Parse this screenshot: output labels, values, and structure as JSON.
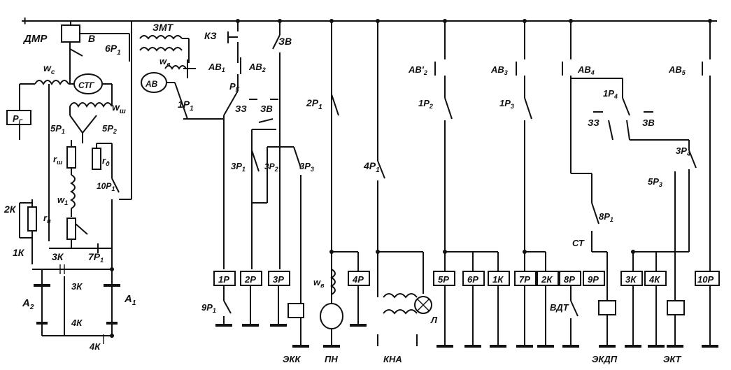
{
  "labels": {
    "plus": "+",
    "dmr": "ДМР",
    "v": "В",
    "p6": "6Р",
    "p6_sub": "1",
    "zmt": "ЗМТ",
    "ks": "КЗ",
    "zv": "ЗВ",
    "wc": "w",
    "wc_sub": "с",
    "stg": "СТГ",
    "wsh": "w",
    "wsh_sub": "ш",
    "wv": "w",
    "wv_sub": "в",
    "av": "АВ",
    "av1": "АВ",
    "av1_sub": "1",
    "av2": "АВ",
    "av2_sub": "2",
    "rg_left": "Р",
    "rg_left_sub": "Г",
    "rg_mid": "Р",
    "rg_mid_sub": "Г",
    "p1_1": "1Р",
    "p1_1_sub": "1",
    "zz": "ЗЗ",
    "zv_mid": "ЗВ",
    "p5": "5Р",
    "p5_sub": "1",
    "p5_2": "5Р",
    "p5_2_sub": "2",
    "rsh": "r",
    "rsh_sub": "ш",
    "rd": "r",
    "rd_sub": "д",
    "p10": "10Р",
    "p10_sub": "1",
    "w1": "w",
    "w1_sub": "1",
    "k2": "2К",
    "rp": "r",
    "rp_sub": "п",
    "k1": "1К",
    "k3": "3К",
    "p7": "7Р",
    "p7_sub": "1",
    "k3b": "3К",
    "k4": "4К",
    "k4b": "4К",
    "a2": "А",
    "a2_sub": "2",
    "a1": "А",
    "a1_sub": "1",
    "p3_1": "3Р",
    "p3_1_sub": "1",
    "p3_2": "3Р",
    "p3_2_sub": "2",
    "p3_3": "3Р",
    "p3_3_sub": "3",
    "p2_1": "2Р",
    "p2_1_sub": "1",
    "p4_1": "4Р",
    "p4_1_sub": "1",
    "av2p": "АВ'",
    "av2p_sub": "2",
    "av3": "АВ",
    "av3_sub": "3",
    "av4": "АВ",
    "av4_sub": "4",
    "av5": "АВ",
    "av5_sub": "5",
    "p1_2": "1Р",
    "p1_2_sub": "2",
    "p1_3": "1Р",
    "p1_3_sub": "3",
    "p1_4": "1Р",
    "p1_4_sub": "4",
    "zz2": "ЗЗ",
    "zv2": "ЗВ",
    "p3_4": "3Р",
    "p3_4_sub": "4",
    "p5_3": "5Р",
    "p5_3_sub": "3",
    "p8": "8Р",
    "p8_sub": "1",
    "st": "СТ",
    "p9": "9Р",
    "p9_sub": "1",
    "wv2": "w",
    "wv2_sub": "в",
    "l": "Л",
    "vdt": "ВДТ",
    "ekk": "ЭКК",
    "pn": "ПН",
    "kna": "КНА",
    "ekdp": "ЭКДП",
    "ekt": "ЭКТ",
    "relay_1p": "1Р",
    "relay_2p": "2Р",
    "relay_3p": "3Р",
    "relay_4p": "4Р",
    "relay_5p": "5Р",
    "relay_6p": "6Р",
    "relay_1k": "1К",
    "relay_7p": "7Р",
    "relay_2k": "2К",
    "relay_8p": "8Р",
    "relay_9p": "9Р",
    "relay_3k": "3К",
    "relay_4k": "4К",
    "relay_10p": "10Р",
    "box_rg": "Р",
    "box_rg_sub": "Г"
  }
}
